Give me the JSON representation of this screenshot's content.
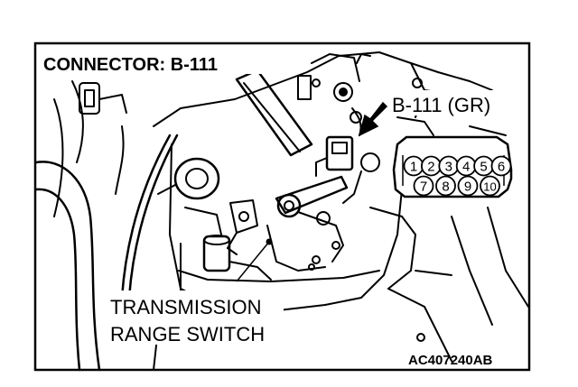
{
  "diagram": {
    "connector_title": "CONNECTOR: B-111",
    "callout_label": "B-111 (GR)",
    "component_label_line1": "TRANSMISSION",
    "component_label_line2": "RANGE SWITCH",
    "figure_code": "AC407240AB",
    "pins_top": [
      "1",
      "2",
      "3",
      "4",
      "5",
      "6"
    ],
    "pins_bottom": [
      "7",
      "8",
      "9",
      "10"
    ]
  }
}
